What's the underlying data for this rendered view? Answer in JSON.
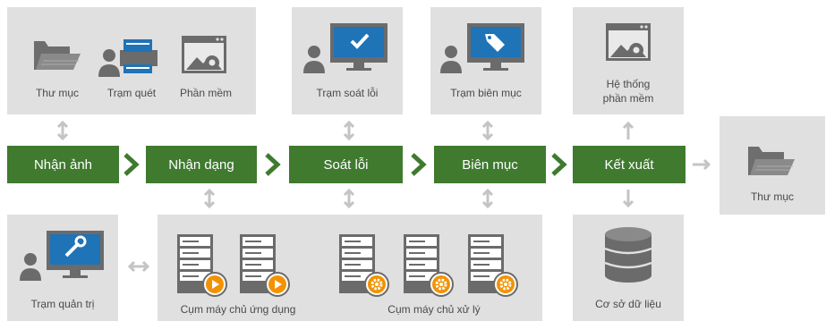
{
  "colors": {
    "panel": "#e0e0e1",
    "stage": "#3f7a2f",
    "arrow": "#c4c4c6",
    "icon": "#6b6b6b",
    "accent_blue": "#1f73b7",
    "accent_orange": "#f39200"
  },
  "stages": [
    "Nhận ảnh",
    "Nhận dạng",
    "Soát lỗi",
    "Biên mục",
    "Kết xuất"
  ],
  "top": {
    "input": [
      {
        "label": "Thư mục",
        "icon": "folder-icon"
      },
      {
        "label": "Trạm quét",
        "icon": "scanner-workstation-icon"
      },
      {
        "label": "Phần mềm",
        "icon": "software-window-icon"
      }
    ],
    "review": {
      "label": "Trạm soát lỗi",
      "icon": "checkmark-workstation-icon"
    },
    "catalog": {
      "label": "Trạm biên mục",
      "icon": "tag-workstation-icon"
    },
    "export": {
      "label_line1": "Hệ thống",
      "label_line2": "phần mềm",
      "icon": "software-window-icon"
    }
  },
  "output": {
    "label": "Thư mục",
    "icon": "folder-icon"
  },
  "bottom": {
    "admin": {
      "label": "Trạm quản trị",
      "icon": "wrench-workstation-icon"
    },
    "app_cluster": {
      "label": "Cụm máy chủ ứng dụng",
      "icon": "server-play-icon"
    },
    "proc_cluster": {
      "label": "Cụm máy chủ xử lý",
      "icon": "server-gear-icon"
    },
    "database": {
      "label": "Cơ sở dữ liệu",
      "icon": "database-icon"
    }
  }
}
